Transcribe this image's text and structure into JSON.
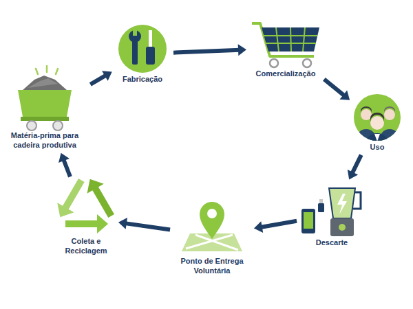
{
  "diagram": {
    "nodes": [
      {
        "text": [
          "Matéria-prima para cadeira produtiva"
        ]
      },
      {
        "text": [
          "Fabricação"
        ]
      },
      {
        "text": [
          "Comercialização"
        ]
      },
      {
        "text": [
          "Uso"
        ]
      },
      {
        "text": [
          "Descarte"
        ]
      },
      {
        "text": [
          "Ponto de Entrega Voluntária"
        ]
      },
      {
        "text": [
          "Coleta e Reciclagem"
        ]
      }
    ],
    "edges": [
      {
        "from": 0,
        "to": 1,
        "arrow": "to"
      },
      {
        "from": 1,
        "to": 2,
        "arrow": "to"
      },
      {
        "from": 2,
        "to": 3,
        "arrow": "to"
      },
      {
        "from": 3,
        "to": 4,
        "arrow": "to"
      },
      {
        "from": 4,
        "to": 5,
        "arrow": "to"
      },
      {
        "from": 5,
        "to": 6,
        "arrow": "to"
      },
      {
        "from": 6,
        "to": 0,
        "arrow": "to"
      }
    ]
  }
}
